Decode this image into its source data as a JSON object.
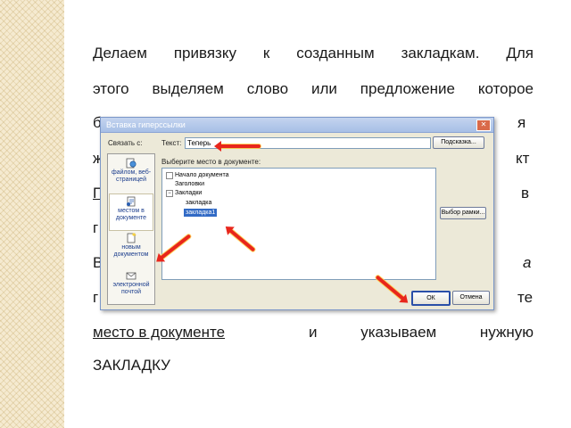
{
  "text_lines": [
    "Делаем привязку к созданным закладкам. Для",
    "этого выделяем слово или предложение которое",
    "б",
    "ж",
    "П",
    "г",
    "В",
    "г",
    "место в документе",
    "и указываем нужную",
    "ЗАКЛАДКУ"
  ],
  "cut_right": [
    "я",
    "кт",
    "в",
    "а",
    "те"
  ],
  "dialog": {
    "title": "Вставка гиперссылки",
    "link_to_label": "Связать с:",
    "text_label": "Текст:",
    "text_value": "Теперь",
    "hint_button": "Подсказка...",
    "place_label": "Выберите место в документе:",
    "frame_button": "Выбор рамки...",
    "ok_button": "ОК",
    "cancel_button": "Отмена",
    "sidebar": [
      {
        "label": "файлом, веб-страницей",
        "icon": "globe-file-icon"
      },
      {
        "label": "местом в документе",
        "icon": "document-place-icon"
      },
      {
        "label": "новым документом",
        "icon": "new-document-icon"
      },
      {
        "label": "электронной почтой",
        "icon": "email-icon"
      }
    ],
    "tree": [
      {
        "label": "Начало документа",
        "level": 0,
        "expanded": false
      },
      {
        "label": "Заголовки",
        "level": 0,
        "expanded": false
      },
      {
        "label": "Закладки",
        "level": 0,
        "expanded": true
      },
      {
        "label": "закладка",
        "level": 1,
        "expanded": false
      },
      {
        "label": "закладка1",
        "level": 1,
        "expanded": false,
        "selected": true
      }
    ]
  },
  "colors": {
    "arrow": "#e8261c",
    "selection": "#316ac5",
    "margin": "#f5ead0"
  }
}
